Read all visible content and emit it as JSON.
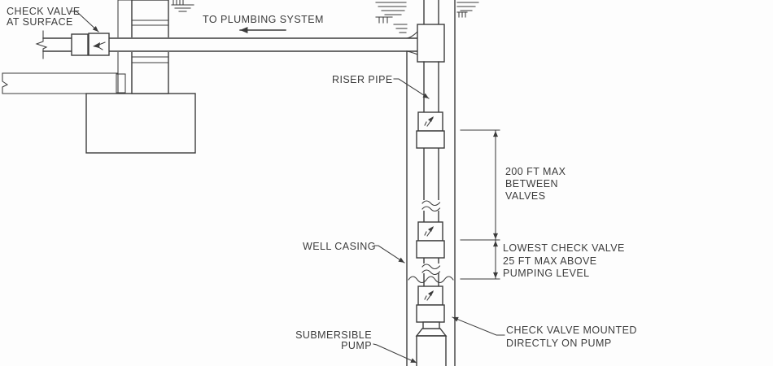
{
  "diagram": {
    "annotations": {
      "check_valve_at_surface": {
        "line1": "CHECK VALVE",
        "line2": "AT SURFACE"
      },
      "to_plumbing_system": {
        "line1": "TO PLUMBING SYSTEM"
      },
      "riser_pipe": {
        "line1": "RISER PIPE"
      },
      "well_casing": {
        "line1": "WELL CASING"
      },
      "valve_spacing": {
        "line1": "200 FT MAX",
        "line2": "BETWEEN",
        "line3": "VALVES"
      },
      "lowest_check_valve": {
        "line1": "LOWEST CHECK VALVE",
        "line2": "25 FT MAX ABOVE",
        "line3": "PUMPING LEVEL"
      },
      "check_valve_on_pump": {
        "line1": "CHECK VALVE MOUNTED",
        "line2": "DIRECTLY ON PUMP"
      },
      "submersible_pump": {
        "line1": "SUBMERSIBLE",
        "line2": "PUMP"
      }
    },
    "colors": {
      "line": "#3c3c3c",
      "text": "#3c3c3c",
      "background": "#fdfdfd"
    }
  }
}
